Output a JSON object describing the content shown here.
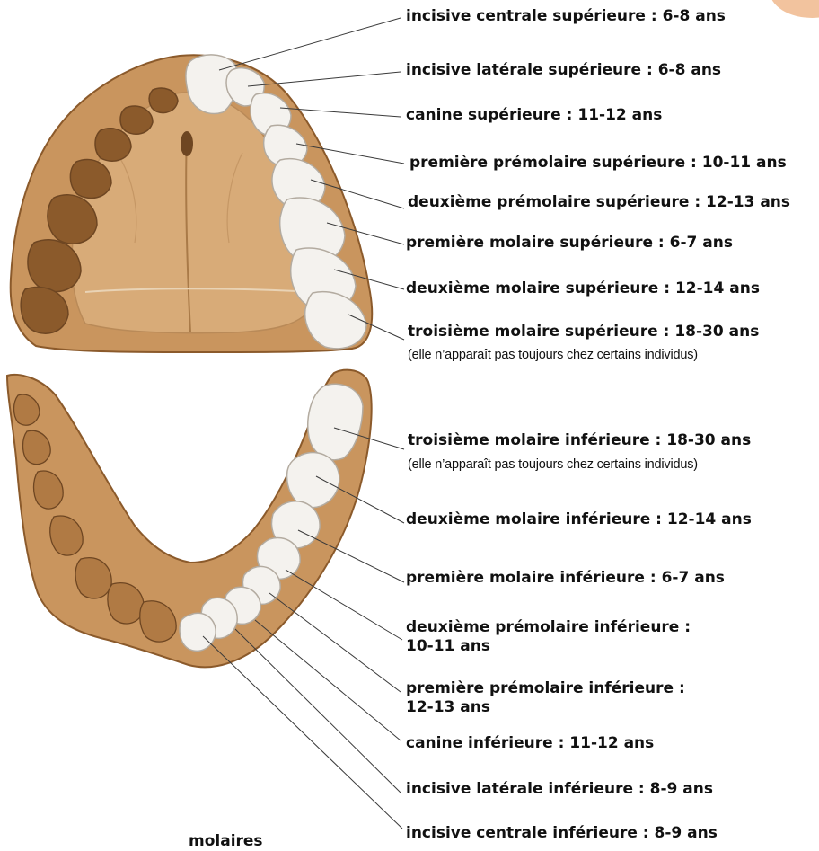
{
  "colors": {
    "label_text": "#111111",
    "leader_line": "#3a3a3a",
    "gum": "#c9955e",
    "gum_dark": "#8b5a2b",
    "palate": "#d8ab78",
    "tooth": "#f4f2ee",
    "corner_blob": "#f2c39e"
  },
  "upper_labels": [
    {
      "name": "incisive centrale supérieure",
      "age": "6-8 ans"
    },
    {
      "name": "incisive latérale supérieure",
      "age": "6-8 ans"
    },
    {
      "name": "canine supérieure",
      "age": "11-12 ans"
    },
    {
      "name": "première prémolaire supérieure",
      "age": "10-11 ans"
    },
    {
      "name": "deuxième prémolaire supérieure",
      "age": "12-13 ans"
    },
    {
      "name": "première molaire supérieure",
      "age": "6-7 ans"
    },
    {
      "name": "deuxième molaire supérieure",
      "age": "12-14 ans"
    },
    {
      "name": "troisième molaire supérieure",
      "age": "18-30 ans",
      "note": "(elle n’apparaît pas toujours chez certains individus)"
    }
  ],
  "lower_labels": [
    {
      "name": "troisième molaire inférieure",
      "age": "18-30 ans",
      "note": "(elle n’apparaît pas toujours chez certains individus)"
    },
    {
      "name": "deuxième molaire inférieure",
      "age": "12-14 ans"
    },
    {
      "name": "première molaire inférieure",
      "age": "6-7 ans"
    },
    {
      "name": "deuxième prémolaire inférieure",
      "age": "10-11 ans"
    },
    {
      "name": "première prémolaire inférieure",
      "age": "12-13 ans"
    },
    {
      "name": "canine inférieure",
      "age": "11-12 ans"
    },
    {
      "name": "incisive latérale inférieure",
      "age": "8-9 ans"
    },
    {
      "name": "incisive centrale inférieure",
      "age": "8-9 ans"
    }
  ],
  "cropped_text": "molaires",
  "icons": [
    "upper-jaw-illustration",
    "lower-jaw-illustration"
  ]
}
